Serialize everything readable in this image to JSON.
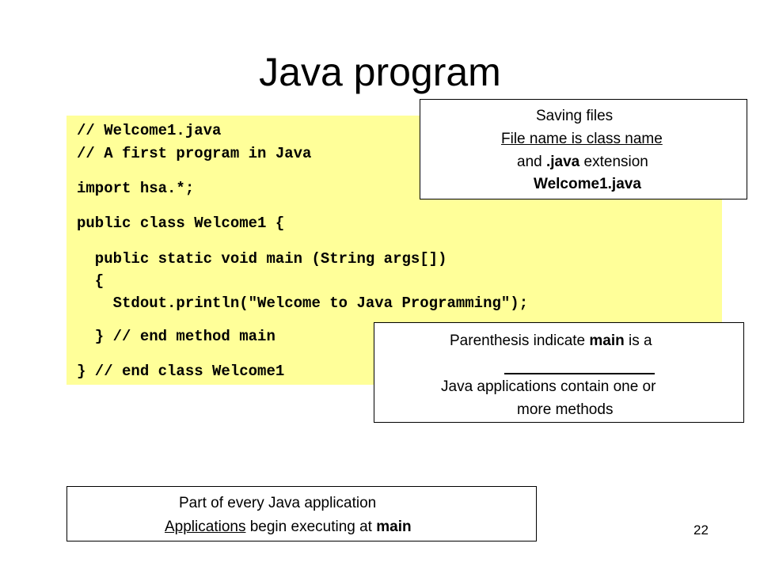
{
  "slide": {
    "title": "Java program",
    "page_number": "22"
  },
  "code": {
    "lines": [
      "// Welcome1.java",
      "// A first program in Java",
      "import hsa.*;",
      "public class Welcome1 {",
      "  public static void main (String args[])",
      "  {",
      "    Stdout.println(\"Welcome to Java Programming\");",
      "  } // end method main",
      "} // end class Welcome1"
    ]
  },
  "callouts": {
    "saving": {
      "heading": "Saving files",
      "line1": "File name is class name",
      "line2_prefix": "and ",
      "line2_bold": ".java",
      "line2_suffix": " extension",
      "line3": "Welcome1.java"
    },
    "parenthesis": {
      "line1_prefix": "Parenthesis indicate ",
      "line1_bold": "main",
      "line1_suffix": " is a",
      "line2": "Java applications contain one or",
      "line3": "more methods"
    },
    "application": {
      "line1": "Part of every Java application",
      "line2_underlined": "Applications",
      "line2_middle": " begin executing at ",
      "line2_bold": "main"
    }
  }
}
